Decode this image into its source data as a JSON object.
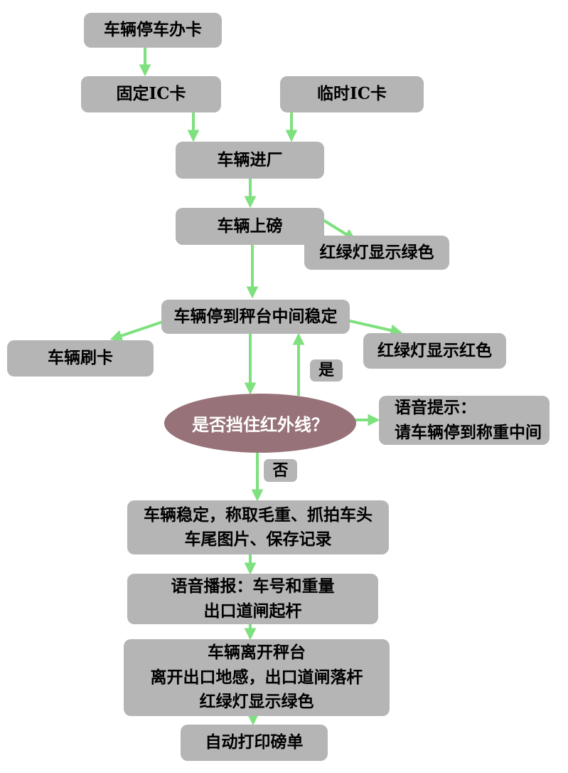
{
  "colors": {
    "box_fill": "#b5b5b5",
    "box_text": "#000000",
    "ellipse_fill": "#977278",
    "ellipse_text": "#ffffff",
    "arrow": "#7ee07e",
    "background": "#ffffff"
  },
  "nodes": {
    "park_card": "车辆停车办卡",
    "fixed_ic": "固定IC卡",
    "temp_ic": "临时IC卡",
    "enter_factory": "车辆进厂",
    "on_scale": "车辆上磅",
    "light_green_top": "红绿灯显示绿色",
    "stop_center": "车辆停到秤台中间稳定",
    "swipe_card": "车辆刷卡",
    "light_red": "红绿灯显示红色",
    "decision": "是否挡住红外线？",
    "voice_prompt": "语音提示：\n请车辆停到称重中间",
    "weigh_record": "车辆稳定，称取毛重、抓拍车头\n车尾图片、保存记录",
    "voice_broadcast": "语音播报：车号和重量\n出口道闸起杆",
    "leave_scale": "车辆离开秤台\n离开出口地感，出口道闸落杆\n红绿灯显示绿色",
    "print_ticket": "自动打印磅单"
  },
  "edge_labels": {
    "yes": "是",
    "no": "否"
  }
}
